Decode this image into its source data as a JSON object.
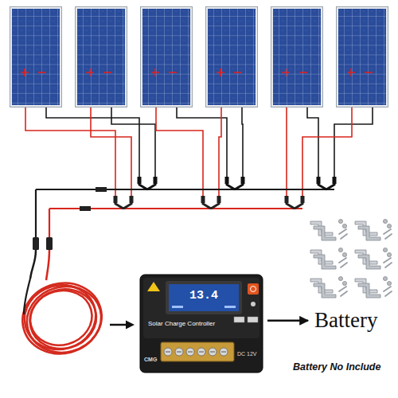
{
  "diagram": {
    "nodes": [
      {
        "text": [
          "Solar Charge Controller"
        ]
      },
      {
        "text": [
          "Battery"
        ]
      }
    ],
    "edges": [
      {
        "from": 0,
        "to": 1,
        "arrow": "to"
      }
    ],
    "labels": [
      "13.4",
      "CMG",
      "DC 12V",
      "Battery No Include"
    ]
  }
}
